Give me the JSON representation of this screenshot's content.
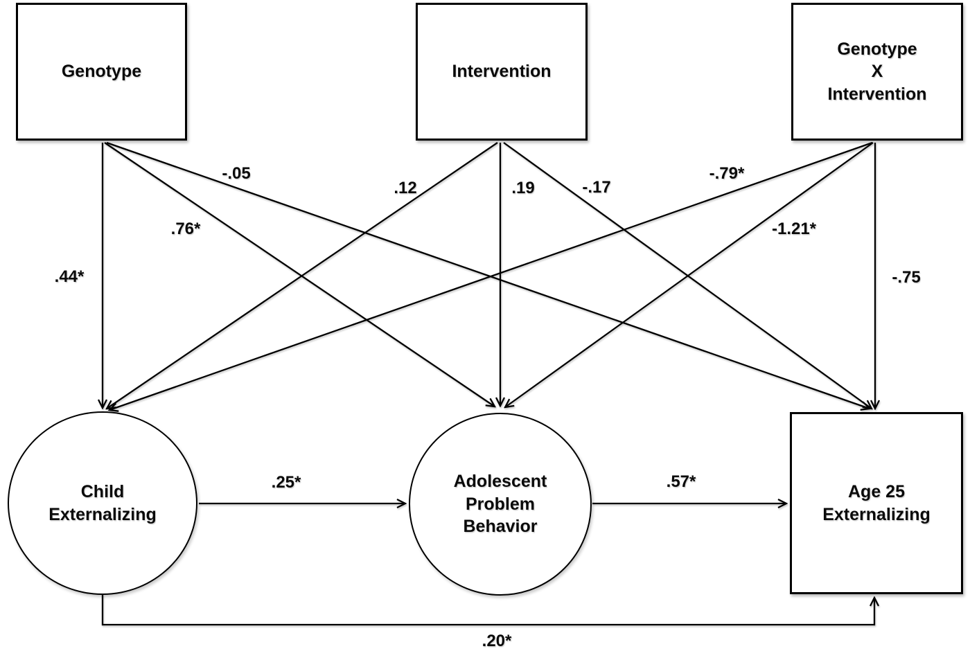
{
  "diagram": {
    "type": "structural-equation-path-model",
    "nodes": [
      {
        "id": "genotype",
        "label": "Genotype",
        "shape": "rect"
      },
      {
        "id": "intervention",
        "label": "Intervention",
        "shape": "rect"
      },
      {
        "id": "genotype-x-intervention",
        "label": "Genotype\nX\nIntervention",
        "shape": "rect"
      },
      {
        "id": "child-externalizing",
        "label": "Child\nExternalizing",
        "shape": "ellipse"
      },
      {
        "id": "adolescent-problem-behavior",
        "label": "Adolescent\nProblem\nBehavior",
        "shape": "ellipse"
      },
      {
        "id": "age-25-externalizing",
        "label": "Age 25\nExternalizing",
        "shape": "rect"
      }
    ],
    "edges": [
      {
        "from": "Genotype",
        "to": "Child Externalizing",
        "label": ".44*"
      },
      {
        "from": "Genotype",
        "to": "Adolescent Problem Behavior",
        "label": ".76*"
      },
      {
        "from": "Genotype",
        "to": "Age 25 Externalizing",
        "label": "-.05"
      },
      {
        "from": "Intervention",
        "to": "Child Externalizing",
        "label": ".12"
      },
      {
        "from": "Intervention",
        "to": "Adolescent Problem Behavior",
        "label": ".19"
      },
      {
        "from": "Intervention",
        "to": "Age 25 Externalizing",
        "label": "-.17"
      },
      {
        "from": "Genotype X Intervention",
        "to": "Child Externalizing",
        "label": "-.79*"
      },
      {
        "from": "Genotype X Intervention",
        "to": "Adolescent Problem Behavior",
        "label": "-1.21*"
      },
      {
        "from": "Genotype X Intervention",
        "to": "Age 25 Externalizing",
        "label": "-.75"
      },
      {
        "from": "Child Externalizing",
        "to": "Adolescent Problem Behavior",
        "label": ".25*"
      },
      {
        "from": "Adolescent Problem Behavior",
        "to": "Age 25 Externalizing",
        "label": ".57*"
      },
      {
        "from": "Child Externalizing",
        "to": "Age 25 Externalizing",
        "label": ".20*"
      }
    ],
    "colors": {
      "line": "#000000",
      "node_fill": "#ffffff",
      "text": "#0a0a0a",
      "background": "#ffffff"
    }
  }
}
